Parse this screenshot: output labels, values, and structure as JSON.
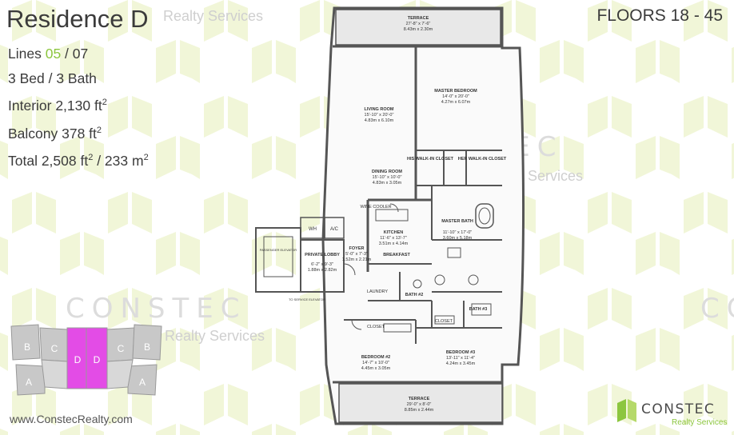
{
  "header": {
    "title": "Residence D",
    "floors": "FLOORS 18 - 45"
  },
  "specs": {
    "lines_prefix": "Lines",
    "lines_highlight": "05",
    "lines_rest": " / 07",
    "bed_bath": "3 Bed / 3 Bath",
    "interior_label": "Interior 2,130 ft",
    "balcony_label": "Balcony 378 ft",
    "total_label": "Total 2,508 ft",
    "total_metric": " / 233 m",
    "superscript": "2"
  },
  "watermarks": {
    "brand": "CONSTEC",
    "tagline": "Realty Services"
  },
  "rooms": {
    "terrace_top": "TERRACE",
    "terrace_top_dim": "27'-8\" x 7'-6\"",
    "terrace_top_metric": "8.43m x 2.30m",
    "living": "LIVING ROOM",
    "living_dim": "15'-10\" x 20'-0\"",
    "living_metric": "4.83m x 6.10m",
    "master": "MASTER BEDROOM",
    "master_dim": "14'-0\" x 20'-0\"",
    "master_metric": "4.27m x 6.07m",
    "his_closet": "HIS WALK-IN CLOSET",
    "her_closet": "HER WALK-IN CLOSET",
    "dining": "DINING ROOM",
    "dining_dim": "15'-10\" x 10'-0\"",
    "dining_metric": "4.83m x 3.05m",
    "wine": "WINE COOLER",
    "kitchen": "KITCHEN",
    "kitchen_dim": "11'-6\" x 13'-7\"",
    "kitchen_metric": "3.51m x 4.14m",
    "breakfast": "BREAKFAST",
    "master_bath": "MASTER BATH",
    "master_bath_dim": "11'-10\" x 17'-0\"",
    "master_bath_metric": "3.60m x 5.18m",
    "foyer": "FOYER",
    "foyer_dim": "5'-0\" x 7'-3\"",
    "foyer_metric": "1.52m x 2.21m",
    "private_lobby": "PRIVATE LOBBY",
    "private_lobby_dim": "6'-2\" x 9'-3\"",
    "private_lobby_metric": "1.88m x 2.82m",
    "wh": "WH",
    "ac": "A/C",
    "passenger_elevator": "PASSENGER ELEVATOR",
    "service_elevator": "TO SERVICE ELEVATOR",
    "laundry": "LAUNDRY",
    "bath2": "BATH #2",
    "bath3": "BATH #3",
    "closet": "CLOSET",
    "bedroom2": "BEDROOM #2",
    "bedroom2_dim": "14'-7\" x 10'-0\"",
    "bedroom2_metric": "4.45m x 3.05m",
    "bedroom3": "BEDROOM #3",
    "bedroom3_dim": "13'-11\" x 11'-4\"",
    "bedroom3_metric": "4.24m x 3.45m",
    "terrace_bottom": "TERRACE",
    "terrace_bottom_dim": "29'-0\" x 8'-0\"",
    "terrace_bottom_metric": "8.85m x 2.44m"
  },
  "keyplan": {
    "units": [
      "B",
      "C",
      "D",
      "D",
      "C",
      "B",
      "A",
      "A"
    ]
  },
  "footer": {
    "url": "www.ConstecRealty.com",
    "logo_text": "CONSTEC",
    "logo_sub": "Realty Services"
  },
  "colors": {
    "accent_green": "#8cc63f",
    "highlight_magenta": "#e34ce6",
    "pattern_green": "#eef5d2",
    "terrace_fill": "#e6e6e6"
  }
}
